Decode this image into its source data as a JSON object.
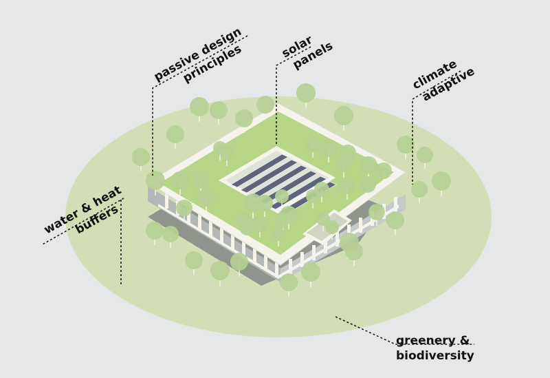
{
  "labels": {
    "passive_design": [
      "passive design",
      "principles"
    ],
    "solar_panels": [
      "solar",
      "panels"
    ],
    "climate_adaptive": [
      "climate",
      "adaptive"
    ],
    "water_heat_buffers": [
      "water & heat",
      "buffers"
    ],
    "greenery_biodiversity": [
      "greenery &",
      "biodiversity"
    ]
  },
  "colors": {
    "background": "#e6e7e9",
    "ground_disc": "#d4deb6",
    "roof_green": "#b7d586",
    "frame": "#f4f4ec",
    "facade": "#bcbfc0",
    "shadow": "#8f948c",
    "solar_panel": "#5e6479",
    "tree": "#b5cf94",
    "text": "#111111"
  }
}
